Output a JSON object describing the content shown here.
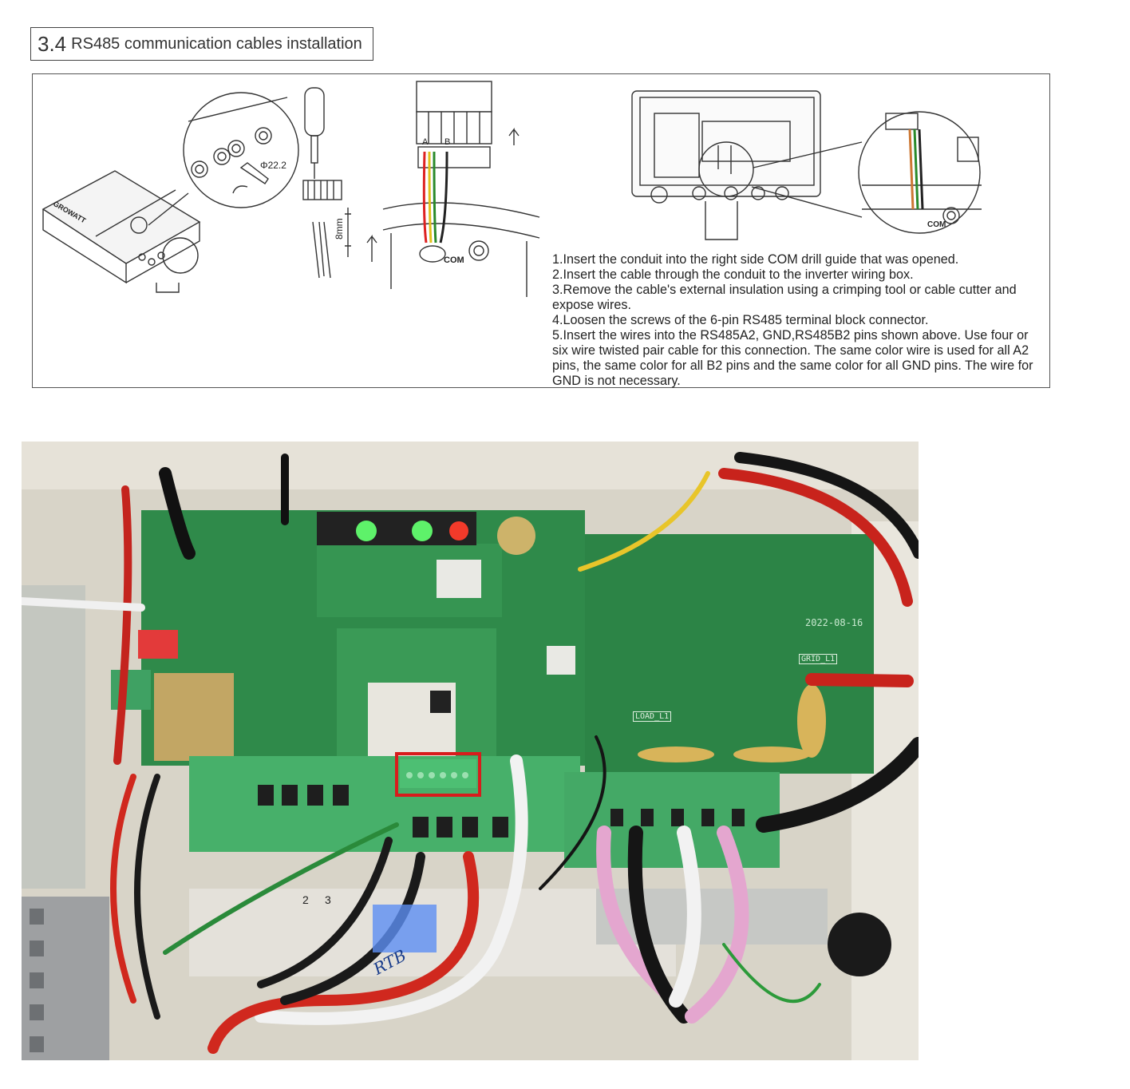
{
  "section": {
    "number": "3.4",
    "title": "RS485 communication cables installation"
  },
  "diagram": {
    "diameter_label": "Φ22.2",
    "strip_length_label": "8mm",
    "pin_labels": [
      "A",
      "B"
    ],
    "com_label": "COM",
    "inverter_brand": "GROWATT",
    "side_label": "COM"
  },
  "steps": [
    "1.Insert the conduit into the right side COM drill guide that was opened.",
    "2.Insert the cable through the conduit to the inverter wiring box.",
    "3.Remove the cable's external insulation using a crimping tool or cable cutter and expose wires.",
    "4.Loosen the screws of the 6-pin RS485 terminal block connector.",
    "5.Insert the wires into the RS485A2, GND,RS485B2 pins shown above. Use four or six wire twisted pair cable for this connection. The same color wire is used for all A2 pins, the same color for all B2 pins and the same color for all GND pins. The wire for GND is not necessary."
  ],
  "photo": {
    "date_print": "2022-08-16",
    "grid_label": "GRID_L1",
    "load_label": "LOAD_L1",
    "handwritten_label": "RTB",
    "terminal_numbers": [
      "2",
      "3"
    ],
    "highlight_color": "#d81c1c"
  }
}
